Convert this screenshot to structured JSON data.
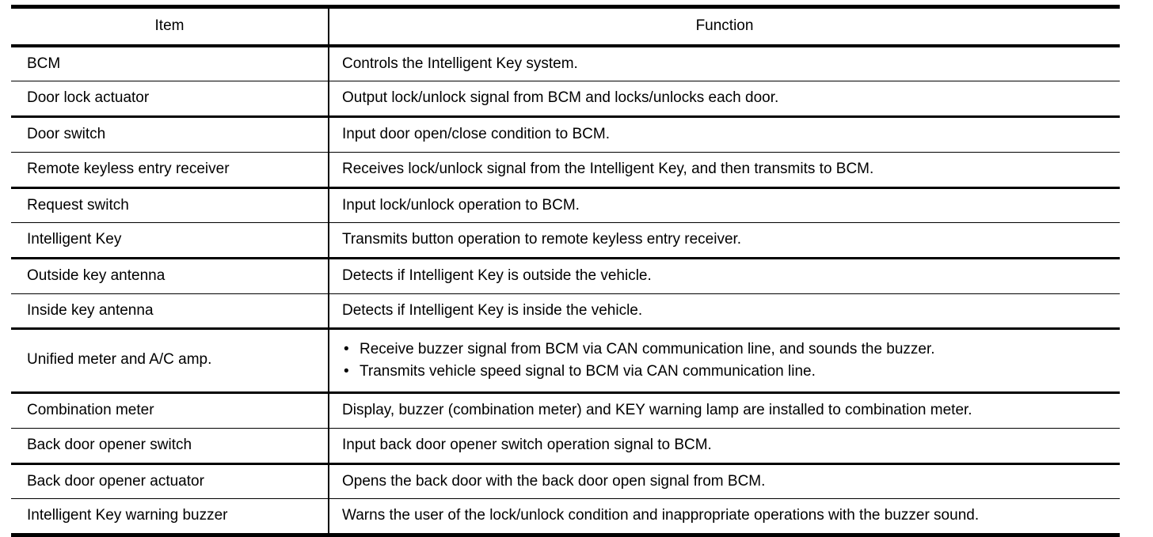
{
  "table": {
    "caption": "",
    "columns": [
      {
        "key": "item",
        "label": "Item"
      },
      {
        "key": "function",
        "label": "Function"
      }
    ],
    "rows": [
      {
        "item": "BCM",
        "function": "Controls the Intelligent Key system.",
        "separator": "thin"
      },
      {
        "item": "Door lock actuator",
        "function": "Output lock/unlock signal from BCM and locks/unlocks each door.",
        "separator": "thick"
      },
      {
        "item": "Door switch",
        "function": "Input door open/close condition to BCM.",
        "separator": "thin"
      },
      {
        "item": "Remote keyless entry receiver",
        "function": "Receives lock/unlock signal from the Intelligent Key, and then transmits to BCM.",
        "separator": "thick"
      },
      {
        "item": "Request switch",
        "function": "Input lock/unlock operation to BCM.",
        "separator": "thin"
      },
      {
        "item": "Intelligent Key",
        "function": "Transmits button operation to remote keyless entry receiver.",
        "separator": "thick"
      },
      {
        "item": "Outside key antenna",
        "function": "Detects if Intelligent Key is outside the vehicle.",
        "separator": "thin"
      },
      {
        "item": "Inside key antenna",
        "function": "Detects if Intelligent Key is inside the vehicle.",
        "separator": "thick"
      },
      {
        "item": "Unified meter and A/C amp.",
        "function_bullets": [
          "Receive buzzer signal from BCM via CAN communication line, and sounds the buzzer.",
          "Transmits vehicle speed signal to BCM via CAN communication line."
        ],
        "separator": "thick",
        "tall": true
      },
      {
        "item": "Combination meter",
        "function": "Display, buzzer (combination meter) and KEY warning lamp are installed to combination meter.",
        "separator": "thin"
      },
      {
        "item": "Back door opener switch",
        "function": "Input back door opener switch operation signal to BCM.",
        "separator": "thick"
      },
      {
        "item": "Back door opener actuator",
        "function": "Opens the back door with the back door open signal from BCM.",
        "separator": "thin"
      },
      {
        "item": "Intelligent Key warning buzzer",
        "function": "Warns the user of the lock/unlock condition and inappropriate operations with the buzzer sound.",
        "separator": "none"
      }
    ],
    "bullet_glyph": "•"
  }
}
